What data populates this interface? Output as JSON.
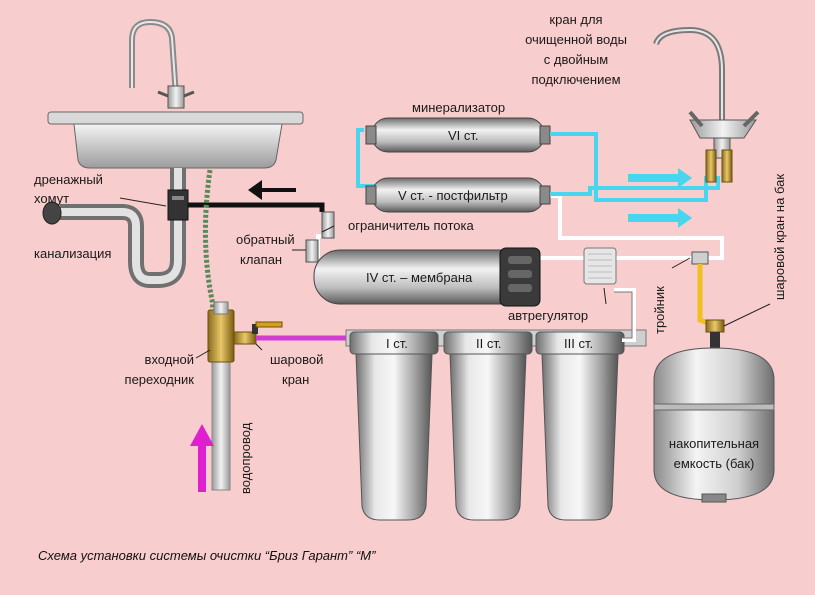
{
  "colors": {
    "background": "#f8cdcd",
    "clean_water_line": "#48d6ee",
    "inlet_line": "#d23cd2",
    "drain_line": "#111111",
    "tank_line": "#f0c020",
    "flow_arrow_black": "#111111",
    "flow_arrow_cyan": "#48d6ee",
    "flow_arrow_magenta": "#e020d0"
  },
  "labels": {
    "faucet": [
      "кран для",
      "очищенной воды",
      "с двойным",
      "подключением"
    ],
    "mineralizer": "минерализатор",
    "stage6": "VI ст.",
    "stage5": "V ст. - постфильтр",
    "drain_clamp": [
      "дренажный",
      "хомут"
    ],
    "sewer": "канализация",
    "flow_limiter": "ограничитель потока",
    "check_valve": [
      "обратный",
      "клапан"
    ],
    "stage4": "IV ст. – мембрана",
    "auto_regulator": "автрегулятор",
    "tee": "тройник",
    "tank_ball_valve": "шаровой кран на бак",
    "stage1": "I ст.",
    "stage2": "II ст.",
    "stage3": "III ст.",
    "inlet_adapter": [
      "входной",
      "переходник"
    ],
    "ball_valve": [
      "шаровой",
      "кран"
    ],
    "water_supply": "водопровод",
    "tank": [
      "накопительная",
      "емкость (бак)"
    ],
    "caption": "Схема установки системы очистки “Бриз Гарант” “М”"
  }
}
